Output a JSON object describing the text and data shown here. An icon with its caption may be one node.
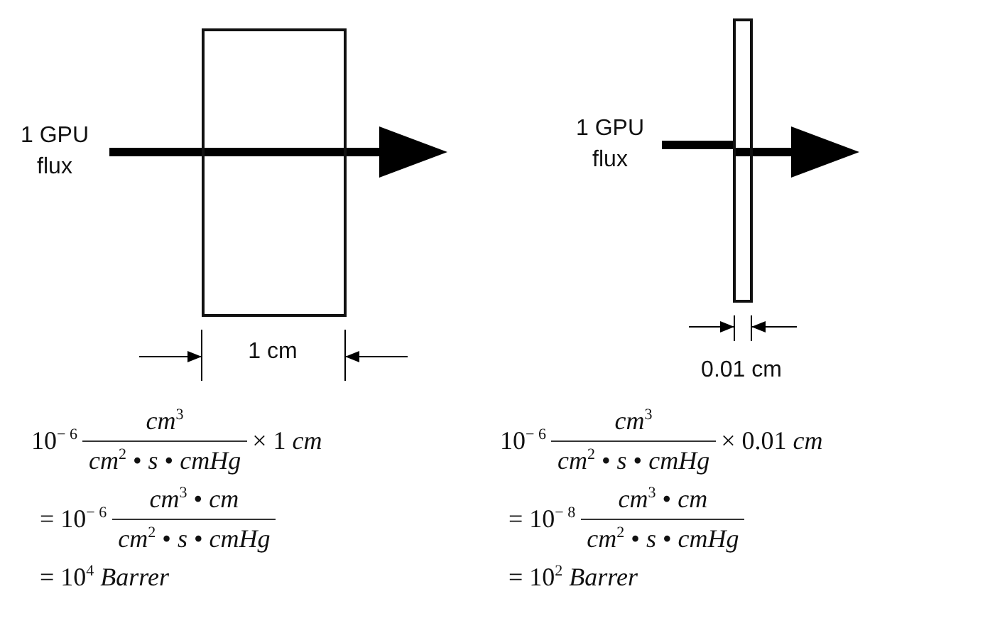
{
  "diagram": {
    "nodes": [
      {
        "text": [
          "1 GPU flux"
        ]
      },
      {
        "text": [],
        "shape": "box"
      },
      {
        "text": [
          "1 GPU flux"
        ]
      },
      {
        "text": [],
        "shape": "box"
      }
    ],
    "edges": [
      {
        "from": 0,
        "to": 1,
        "arrow": "none"
      },
      {
        "from": 1,
        "to": null,
        "arrow": "to"
      },
      {
        "from": 2,
        "to": 3,
        "arrow": "none"
      },
      {
        "from": 3,
        "to": null,
        "arrow": "to"
      }
    ],
    "labels": [
      "1 cm",
      "0.01 cm",
      "10$^{− 6}$",
      "*cm*$^{3}$",
      "*cm*$^{2}$ • *s* • *cmHg*",
      "× 1 *cm*",
      "= 10$^{− 6}$",
      "*cm*$^{3}$ • *cm*",
      "*cm*$^{2}$ • *s* • *cmHg*",
      "= 10$^{4}$ *Barrer*",
      "10$^{− 6}$",
      "*cm*$^{3}$",
      "*cm*$^{2}$ • *s* • *cmHg*",
      "× 0.01 *cm*",
      "= 10$^{− 8}$",
      "*cm*$^{3}$ • *cm*",
      "*cm*$^{2}$ • *s* • *cmHg*",
      "= 10$^{2}$ *Barrer*"
    ]
  }
}
